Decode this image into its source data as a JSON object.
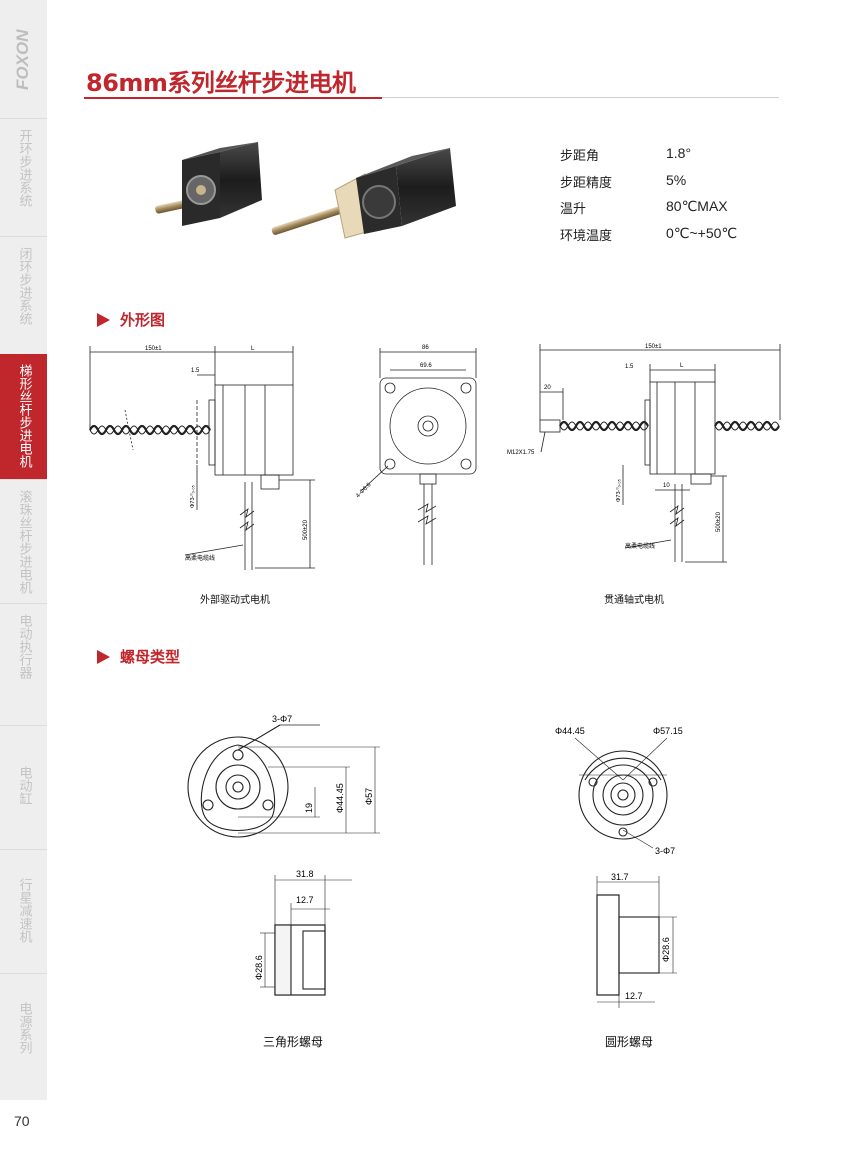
{
  "brand": "FOXON",
  "sidebar": {
    "items": [
      {
        "label": "开环步进系统",
        "active": false
      },
      {
        "label": "闭环步进系统",
        "active": false
      },
      {
        "label": "梯形丝杆步进电机",
        "active": true
      },
      {
        "label": "滚珠丝杆步进电机",
        "active": false
      },
      {
        "label": "电动执行器",
        "active": false
      },
      {
        "label": "电动缸",
        "active": false
      },
      {
        "label": "行星减速机",
        "active": false
      },
      {
        "label": "电源系列",
        "active": false
      }
    ]
  },
  "page_number": "70",
  "title": "86mm系列丝杆步进电机",
  "specs": [
    {
      "label": "步距角",
      "value": "1.8°"
    },
    {
      "label": "步距精度",
      "value": "5%"
    },
    {
      "label": "温升",
      "value": "80℃MAX"
    },
    {
      "label": "环境温度",
      "value": "0℃~+50℃"
    }
  ],
  "sections": {
    "outline": "外形图",
    "nut_types": "螺母类型"
  },
  "outline_drawings": {
    "external": {
      "caption": "外部驱动式电机",
      "dim_150": "150±1",
      "dim_L": "L",
      "dim_15": "1.5",
      "dim_phi73": "Φ73-⁰₀.₀₅",
      "dim_500": "500±20",
      "cable": "高柔电缆线"
    },
    "front": {
      "dim_86": "86",
      "dim_696": "69.6",
      "holes": "4-Φ6.6"
    },
    "through": {
      "caption": "贯通轴式电机",
      "dim_150": "150±1",
      "dim_L": "L",
      "dim_15": "1.5",
      "dim_20": "20",
      "thread": "M12X1.75",
      "dim_phi73": "Φ73-⁰₀.₀₅",
      "dim_10": "10",
      "dim_500": "500±20",
      "cable": "高柔电缆线"
    }
  },
  "nut_drawings": {
    "triangle": {
      "caption": "三角形螺母",
      "holes": "3-Φ7",
      "dim_19": "19",
      "dim_4445": "Φ44.45",
      "dim_57": "Φ57",
      "dim_318": "31.8",
      "dim_127": "12.7",
      "dim_286": "Φ28.6"
    },
    "round": {
      "caption": "圆形螺母",
      "dim_4445": "Φ44.45",
      "dim_5715": "Φ57.15",
      "holes": "3-Φ7",
      "dim_317": "31.7",
      "dim_286": "Φ28.6",
      "dim_127": "12.7"
    }
  }
}
